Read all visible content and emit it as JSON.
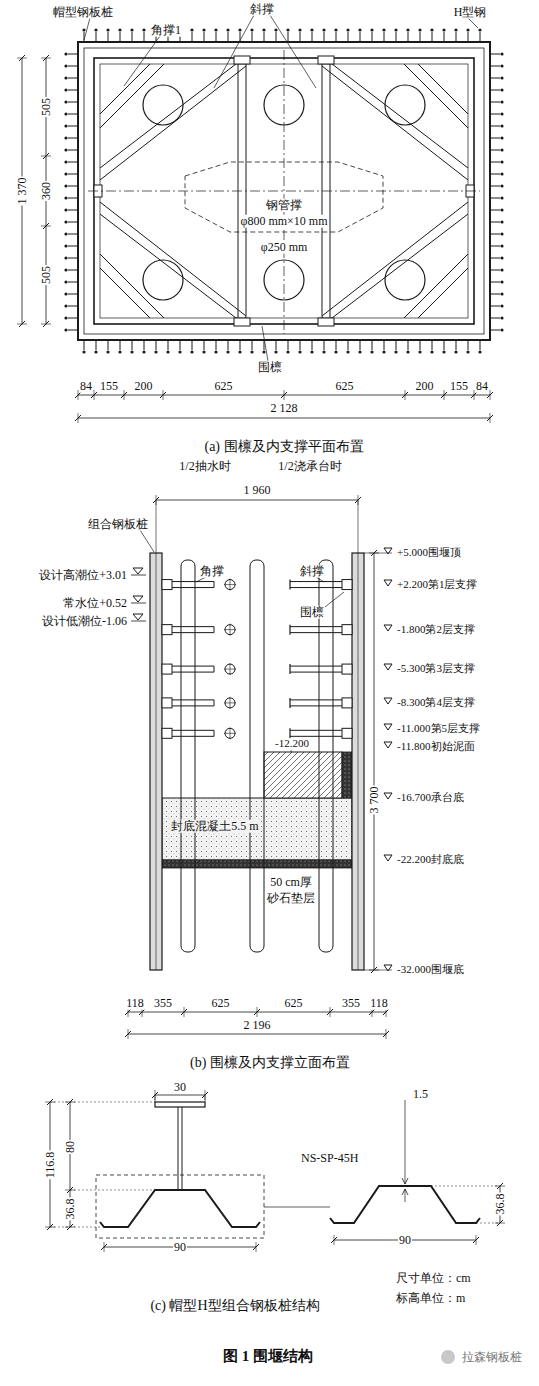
{
  "diagram": {
    "caption": "图 1 围堰结构",
    "labels": [
      "帽型钢板桩",
      "角撑1",
      "斜撑",
      "H型钢",
      "505",
      "1 370",
      "360",
      "505",
      "钢管撑",
      "φ800 mm×10 mm",
      "φ250 mm",
      "围檩",
      "84",
      "155",
      "200",
      "625",
      "625",
      "200",
      "155",
      "84",
      "2 128",
      "(a) 围檩及内支撑平面布置",
      "1/2抽水时",
      "1/2浇承台时",
      "1 960",
      "组合钢板桩",
      "设计高潮位+3.01",
      "常水位+0.52",
      "设计低潮位-1.06",
      "角撑",
      "斜撑",
      "围檩",
      "+5.000围堰顶",
      "+2.200第1层支撑",
      "-1.800第2层支撑",
      "-5.300第3层支撑",
      "-8.300第4层支撑",
      "-11.000第5层支撑",
      "-12.200",
      "-11.800初始泥面",
      "3 700",
      "-16.700承台底",
      "封底混凝土5.5 m",
      "-22.200封底底",
      "50 cm厚",
      "砂石垫层",
      "-32.000围堰底",
      "118",
      "355",
      "625",
      "625",
      "355",
      "118",
      "2 196",
      "(b) 围檩及内支撑立面布置",
      "30",
      "80",
      "116.8",
      "36.8",
      "90",
      "NS-SP-45H",
      "1.5",
      "36.8",
      "90",
      "尺寸单位：cm",
      "标高单位：m",
      "(c) 帽型H型组合钢板桩结构",
      "拉森钢板桩"
    ]
  }
}
